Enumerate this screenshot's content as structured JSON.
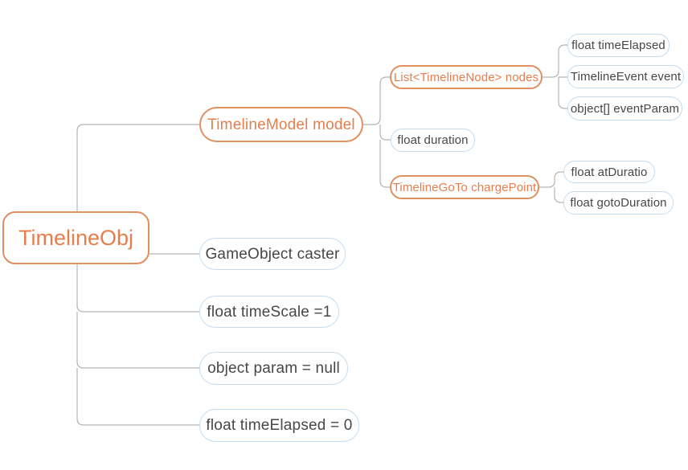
{
  "mindmap": {
    "root": {
      "label": "TimelineObj"
    },
    "children": [
      {
        "label": "TimelineModel model",
        "children": [
          {
            "label": "List<TimelineNode> nodes",
            "children": [
              {
                "label": "float timeElapsed"
              },
              {
                "label": "TimelineEvent event"
              },
              {
                "label": "object[] eventParam"
              }
            ]
          },
          {
            "label": "float duration"
          },
          {
            "label": "TimelineGoTo chargePoint",
            "children": [
              {
                "label": "float atDuratio"
              },
              {
                "label": "float gotoDuration"
              }
            ]
          }
        ]
      },
      {
        "label": "GameObject caster"
      },
      {
        "label": "float timeScale =1"
      },
      {
        "label": "object param = null"
      },
      {
        "label": "float timeElapsed = 0"
      }
    ]
  },
  "colors": {
    "orange_border": "#df8f60",
    "orange_text": "#e57e4d",
    "blue_border": "#c3dcf1",
    "text_dark": "#474747",
    "connector_gray": "#b3b3b3",
    "background": "#ffffff"
  }
}
